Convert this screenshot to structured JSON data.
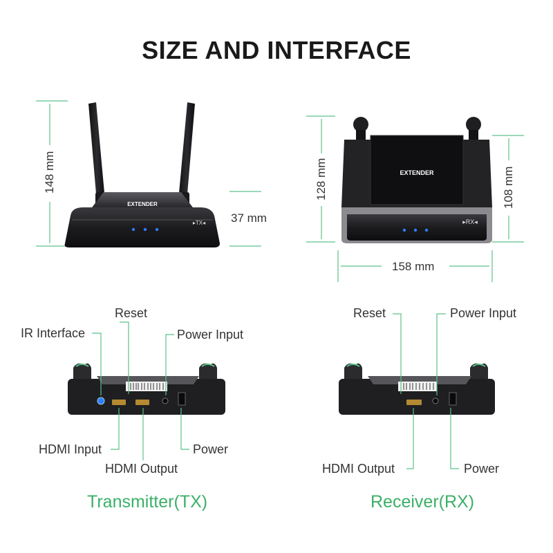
{
  "title": "SIZE AND INTERFACE",
  "colors": {
    "accent_green": "#3bb068",
    "guide_green": "#5cc08a",
    "device_black": "#1b1b1d",
    "led_blue": "#2f7cff"
  },
  "tx_dimensions": {
    "height": "148 mm",
    "depth": "37 mm"
  },
  "rx_dimensions": {
    "height": "128 mm",
    "inner_height": "108 mm",
    "width": "158 mm"
  },
  "tx_device": {
    "badge": "▸TX◂",
    "logo_sub": "EXTENDER"
  },
  "rx_device": {
    "badge": "▸RX◂",
    "logo_sub": "EXTENDER"
  },
  "tx_ports": {
    "ir_interface": "IR Interface",
    "reset": "Reset",
    "power_input": "Power Input",
    "hdmi_input": "HDMI Input",
    "hdmi_output": "HDMI Output",
    "power": "Power"
  },
  "rx_ports": {
    "reset": "Reset",
    "power_input": "Power Input",
    "hdmi_output": "HDMI Output",
    "power": "Power"
  },
  "captions": {
    "tx": "Transmitter(TX)",
    "rx": "Receiver(RX)"
  }
}
